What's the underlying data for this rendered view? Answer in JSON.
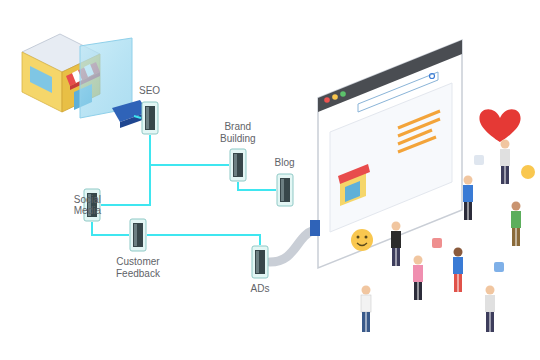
{
  "diagram": {
    "nodes": [
      {
        "text": [
          "SEO"
        ]
      },
      {
        "text": [
          "Brand Building"
        ]
      },
      {
        "text": [
          "Blog"
        ]
      },
      {
        "text": [
          "Social Media"
        ]
      },
      {
        "text": [
          "Customer Feedback"
        ]
      },
      {
        "text": [
          "ADs"
        ]
      }
    ],
    "edges": [
      {
        "from": 0,
        "to": 1,
        "arrow": "none"
      },
      {
        "from": 0,
        "to": 3,
        "arrow": "none"
      },
      {
        "from": 3,
        "to": 4,
        "arrow": "none"
      },
      {
        "from": 4,
        "to": 5,
        "arrow": "none"
      },
      {
        "from": 1,
        "to": 2,
        "arrow": "none"
      }
    ]
  }
}
